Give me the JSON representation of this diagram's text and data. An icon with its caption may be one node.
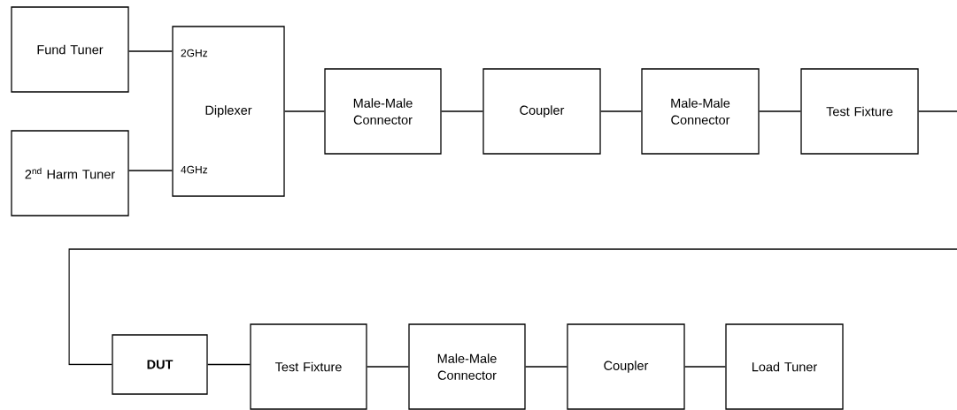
{
  "diagram": {
    "nodes": [
      {
        "text": [
          "Fund Tuner"
        ]
      },
      {
        "text": [
          "2$^{nd}$ Harm Tuner"
        ]
      },
      {
        "text": [
          "2GHz",
          "Diplexer",
          "4GHz"
        ]
      },
      {
        "text": [
          "Male-Male Connector"
        ]
      },
      {
        "text": [
          "Coupler"
        ]
      },
      {
        "text": [
          "Male-Male Connector"
        ]
      },
      {
        "text": [
          "Test Fixture"
        ]
      },
      {
        "text": [
          "DUT"
        ]
      },
      {
        "text": [
          "Test Fixture"
        ]
      },
      {
        "text": [
          "Male-Male Connector"
        ]
      },
      {
        "text": [
          "Coupler"
        ]
      },
      {
        "text": [
          "Load Tuner"
        ]
      }
    ],
    "edges": [
      {
        "from": 0,
        "to": 2,
        "arrow": "none"
      },
      {
        "from": 1,
        "to": 2,
        "arrow": "none"
      },
      {
        "from": 2,
        "to": 3,
        "arrow": "none"
      },
      {
        "from": 3,
        "to": 4,
        "arrow": "none"
      },
      {
        "from": 4,
        "to": 5,
        "arrow": "none"
      },
      {
        "from": 5,
        "to": 6,
        "arrow": "none"
      },
      {
        "from": 6,
        "to": 7,
        "arrow": "none"
      },
      {
        "from": 7,
        "to": 8,
        "arrow": "none"
      },
      {
        "from": 8,
        "to": 9,
        "arrow": "none"
      },
      {
        "from": 9,
        "to": 10,
        "arrow": "none"
      },
      {
        "from": 10,
        "to": 11,
        "arrow": "none"
      }
    ]
  }
}
